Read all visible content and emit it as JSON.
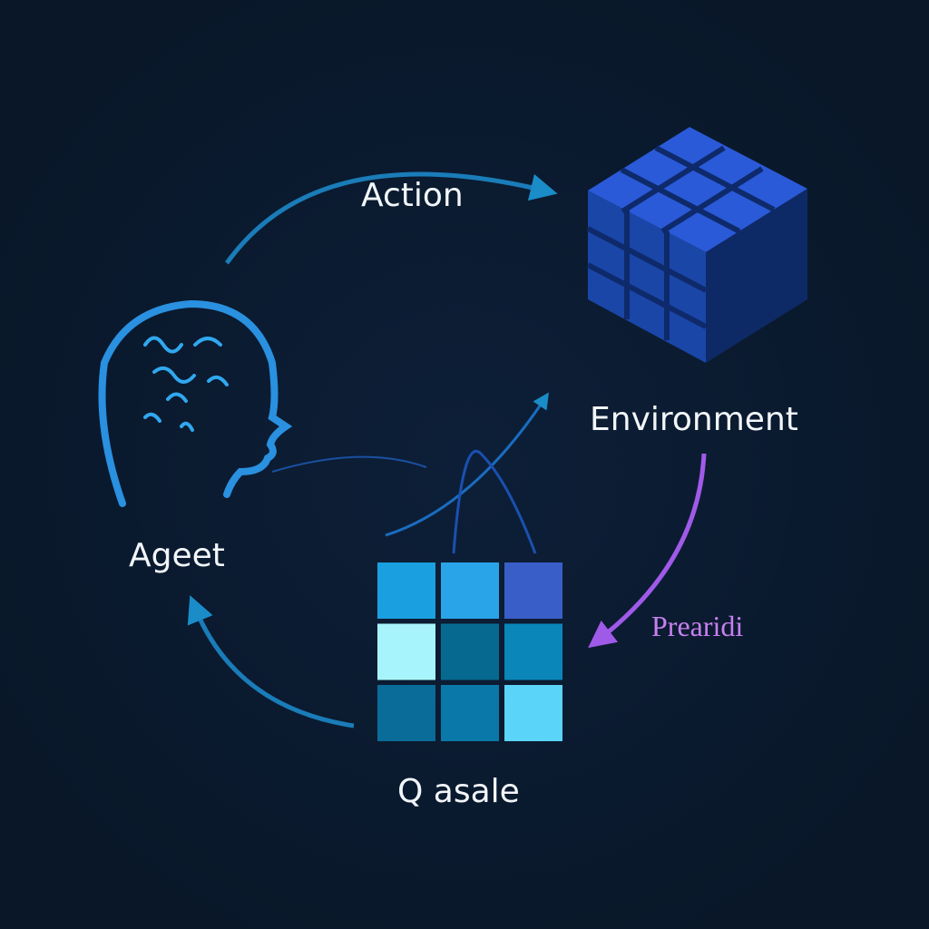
{
  "labels": {
    "action": "Action",
    "environment": "Environment",
    "agent": "Ageet",
    "reward": "Prearidi",
    "q_table": "Q asale"
  },
  "colors": {
    "background": "#0a1a30",
    "arrow_blue": "#1a8cc8",
    "arrow_purple": "#a05ae8",
    "cube": "#2a5ad8",
    "agent": "#2a90e0"
  },
  "q_table_cells": [
    [
      "#1aa0e0",
      "#2aa4e8",
      "#3a5ec8"
    ],
    [
      "#a8f4fc",
      "#066a90",
      "#0a86b8"
    ],
    [
      "#0a6c98",
      "#0a78a8",
      "#5ad4f8"
    ]
  ]
}
